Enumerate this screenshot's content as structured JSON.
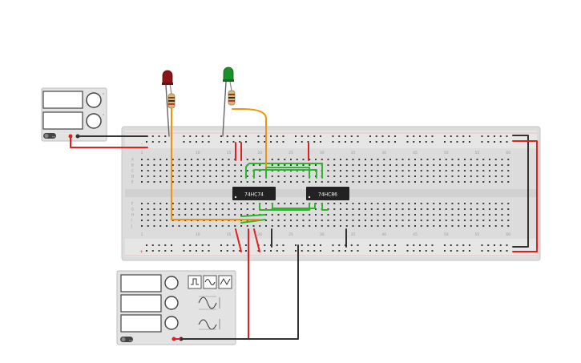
{
  "circuit": {
    "chips": [
      {
        "label": "74HC74"
      },
      {
        "label": "74HC86"
      }
    ],
    "breadboard": {
      "column_numbers": [
        "1",
        "10",
        "15",
        "20",
        "25",
        "30",
        "35",
        "40",
        "45",
        "50",
        "55",
        "60"
      ],
      "row_letters_top": [
        "A",
        "B",
        "C",
        "D",
        "E"
      ],
      "row_letters_bottom": [
        "F",
        "G",
        "H",
        "I",
        "J"
      ],
      "rail_plus": "+",
      "rail_minus": "-"
    },
    "power_supply": {
      "button_label": "on",
      "knob_labels": [
        "V",
        "A"
      ]
    },
    "function_generator": {
      "button_label": "on",
      "waveform_buttons": [
        "square-wave-icon",
        "sine-wave-icon",
        "triangle-wave-icon"
      ]
    },
    "leds": [
      {
        "color": "#8b1414"
      },
      {
        "color": "#1a8f2a"
      }
    ],
    "wire_colors": {
      "red": "#e02020",
      "black": "#333333",
      "orange": "#f0930e",
      "green": "#2fb52f"
    }
  }
}
